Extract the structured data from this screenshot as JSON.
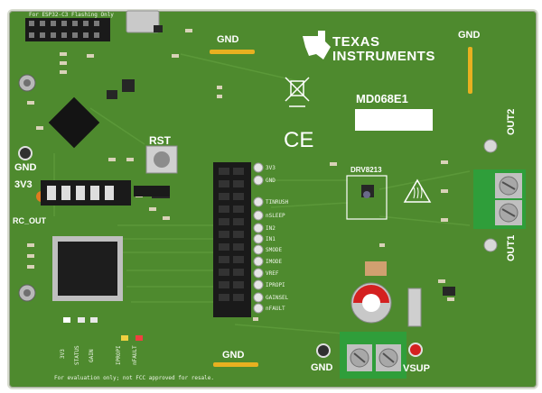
{
  "colors": {
    "board": "#4e8a2e",
    "silkscreen": "#ffffff",
    "gold": "#e8b020",
    "terminal_green": "#2f9e3a",
    "chip_black": "#1a1a1a",
    "led_red": "#d42020"
  },
  "board": {
    "header_label": "For ESP32-C3 Flashing Only",
    "brand_line1": "TEXAS",
    "brand_line2": "INSTRUMENTS",
    "board_name": "MD068E1",
    "ce_mark": "CE",
    "driver_chip": "DRV8213",
    "footer_note": "For evaluation only; not FCC approved for resale."
  },
  "labels": {
    "gnd_top_center": "GND",
    "gnd_top_right": "GND",
    "gnd_left": "GND",
    "gnd_bottom": "GND",
    "gnd_bottom_right": "GND",
    "rst": "RST",
    "v3v3": "3V3",
    "rc_out": "RC_OUT",
    "out2": "OUT2",
    "out1": "OUT1",
    "vsup": "VSUP"
  },
  "test_points": [
    {
      "label": "3V3"
    },
    {
      "label": "GND"
    },
    {
      "label": "TINRUSH"
    },
    {
      "label": "nSLEEP"
    },
    {
      "label": "IN2"
    },
    {
      "label": "IN1"
    },
    {
      "label": "SMODE"
    },
    {
      "label": "IMODE"
    },
    {
      "label": "VREF"
    },
    {
      "label": "IPROPI"
    },
    {
      "label": "GAINSEL"
    },
    {
      "label": "nFAULT"
    }
  ],
  "status_leds": [
    "3V3",
    "STATUS",
    "GAIN",
    "IPROPI",
    "nFAULT"
  ]
}
